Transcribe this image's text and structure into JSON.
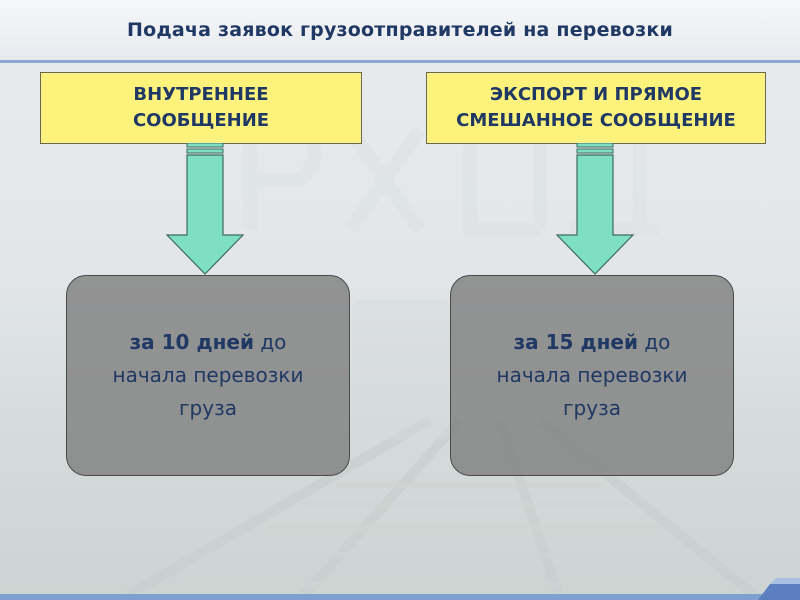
{
  "title": "Подача заявок грузоотправителей на перевозки",
  "left": {
    "header_line1": "ВНУТРЕННЕЕ",
    "header_line2": "СООБЩЕНИЕ",
    "term_bold": "за 10 дней",
    "term_rest": " до",
    "line2": "начала перевозки",
    "line3": "груза"
  },
  "right": {
    "header_line1": "ЭКСПОРТ И ПРЯМОЕ",
    "header_line2": "СМЕШАННОЕ СООБЩЕНИЕ",
    "term_bold": "за 15 дней",
    "term_rest": " до",
    "line2": "начала перевозки",
    "line3": "груза"
  },
  "colors": {
    "header_fill": "#fdf37c",
    "arrow_fill": "#7ee0c0",
    "box_fill": "#808080",
    "text": "#1f3864",
    "accent_line": "#8aa9d3"
  }
}
